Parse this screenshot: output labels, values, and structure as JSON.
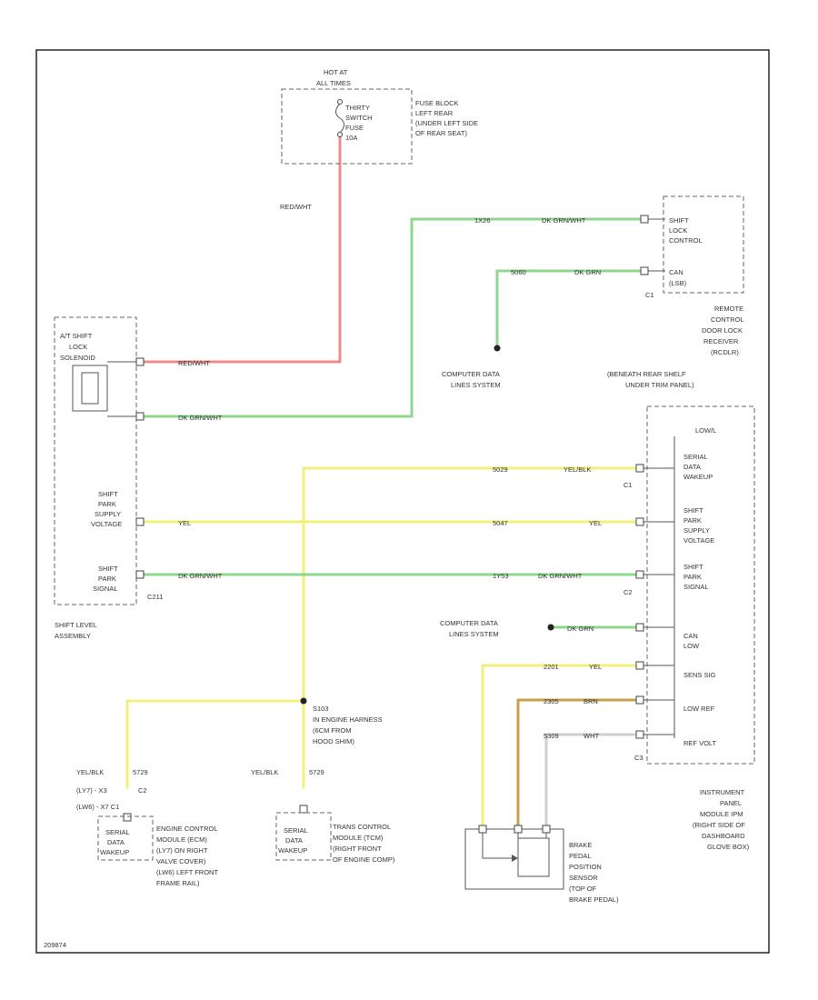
{
  "colors": {
    "red_white": "#f08a8a",
    "green": "#8fd68f",
    "yellow": "#f2ef7a",
    "brown": "#c9a04a",
    "white": "#cfcfcf"
  },
  "fuse": {
    "hot_line1": "HOT AT",
    "hot_line2": "ALL TIMES",
    "fuse_line1": "THIRTY",
    "fuse_line2": "SWITCH",
    "fuse_line3": "FUSE",
    "fuse_line4": "10A",
    "block_line1": "FUSE BLOCK",
    "block_line2": "LEFT REAR",
    "block_line3": "(UNDER LEFT SIDE",
    "block_line4": "OF REAR SEAT)"
  },
  "solenoid": {
    "line1": "A/T SHIFT",
    "line2": "LOCK",
    "line3": "SOLENOID"
  },
  "shift_lever": {
    "supply_line1": "SHIFT",
    "supply_line2": "PARK",
    "supply_line3": "SUPPLY",
    "supply_line4": "VOLTAGE",
    "signal_line1": "SHIFT",
    "signal_line2": "PARK",
    "signal_line3": "SIGNAL",
    "connector": "C211",
    "assembly_line1": "SHIFT LEVEL",
    "assembly_line2": "ASSEMBLY"
  },
  "rcdlr": {
    "shift_lock_line1": "SHIFT",
    "shift_lock_line2": "LOCK",
    "shift_lock_line3": "CONTROL",
    "can_line1": "CAN",
    "can_line2": "(LSB)",
    "connector": "C1",
    "name_line1": "REMOTE",
    "name_line2": "CONTROL",
    "name_line3": "DOOR LOCK",
    "name_line4": "RECEIVER",
    "name_line5": "(RCDLR)",
    "name_line6": "(BENEATH REAR SHELF",
    "name_line7": "UNDER TRIM PANEL)"
  },
  "computer_data_1": {
    "line1": "COMPUTER DATA",
    "line2": "LINES SYSTEM"
  },
  "computer_data_2": {
    "line1": "COMPUTER DATA",
    "line2": "LINES SYSTEM"
  },
  "wires": {
    "red_white_label": "RED/WHT",
    "red_white_sol_label": "RED/WHT",
    "shift_lock_circuit": "1X26",
    "shift_lock_color": "DK GRN/WHT",
    "sol_green_label": "DK GRN/WHT",
    "can_circuit": "5060",
    "can_color": "DK GRN",
    "serial_circuit": "5029",
    "serial_color": "YEL/BLK",
    "supply_left_color": "YEL",
    "supply_circuit": "5047",
    "supply_right_color": "YEL",
    "signal_left_color": "DK GRN/WHT",
    "signal_circuit": "1Y53",
    "signal_right_color": "DK GRN/WHT",
    "can_low_color": "DK GRN",
    "sense_circuit": "2201",
    "sense_color": "YEL",
    "low_ref_circuit": "2305",
    "low_ref_color": "BRN",
    "ref_circuit": "5309",
    "ref_color": "WHT"
  },
  "ipc": {
    "top_label": "LOW/L",
    "serial_line1": "SERIAL",
    "serial_line2": "DATA",
    "serial_line3": "WAKEUP",
    "supply_line1": "SHIFT",
    "supply_line2": "PARK",
    "supply_line3": "SUPPLY",
    "supply_line4": "VOLTAGE",
    "signal_line1": "SHIFT",
    "signal_line2": "PARK",
    "signal_line3": "SIGNAL",
    "can_line1": "CAN",
    "can_line2": "LOW",
    "sense": "SENS SIG",
    "low_ref": "LOW REF",
    "ref_volt": "REF VOLT",
    "conn_c1": "C1",
    "conn_c2": "C2",
    "conn_c3": "C3",
    "name_line1": "INSTRUMENT",
    "name_line2": "PANEL",
    "name_line3": "MODULE IPM",
    "name_line4": "(RIGHT SIDE OF",
    "name_line5": "DASHBOARD",
    "name_line6": "GLOVE BOX)"
  },
  "splice": {
    "id": "S103",
    "line1": "IN ENGINE HARNESS",
    "line2": "(6CM FROM",
    "line3": "HOOD SHIM)"
  },
  "ecm": {
    "wire_color": "YEL/BLK",
    "circuit": "5729",
    "conn1": "(LY7) - X3",
    "conn1_b": "C2",
    "conn2": "(LW6) - X7  C1",
    "box_line1": "SERIAL",
    "box_line2": "DATA",
    "box_line3": "WAKEUP",
    "name_line1": "ENGINE CONTROL",
    "name_line2": "MODULE (ECM)",
    "name_line3": "(LY7) ON RIGHT",
    "name_line4": "VALVE COVER)",
    "name_line5": "(LW6) LEFT FRONT",
    "name_line6": "FRAME RAIL)"
  },
  "tcm": {
    "wire_color": "YEL/BLK",
    "circuit": "5729",
    "box_line1": "SERIAL",
    "box_line2": "DATA",
    "box_line3": "WAKEUP",
    "name_line1": "TRANS CONTROL",
    "name_line2": "MODULE (TCM)",
    "name_line3": "(RIGHT FRONT",
    "name_line4": "OF ENGINE COMP)"
  },
  "brake": {
    "name_line1": "BRAKE",
    "name_line2": "PEDAL",
    "name_line3": "POSITION",
    "name_line4": "SENSOR",
    "name_line5": "(TOP OF",
    "name_line6": "BRAKE PEDAL)"
  },
  "footer": {
    "code": "209874"
  }
}
